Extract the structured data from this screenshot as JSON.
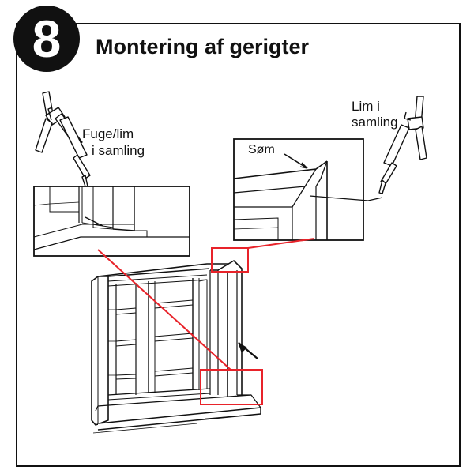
{
  "step": {
    "number": "8",
    "title": "Montering af gerigter"
  },
  "labels": {
    "left_line1": "Fuge/lim",
    "left_line2": "i samling",
    "right_line1": "Lim i",
    "right_line2": "samling",
    "nail": "Søm"
  },
  "colors": {
    "line": "#111111",
    "highlight": "#e8232a",
    "badge": "#111111",
    "background": "#ffffff"
  },
  "icons": [
    "caulk-gun-icon",
    "caulk-gun-icon",
    "arrow-icon"
  ]
}
